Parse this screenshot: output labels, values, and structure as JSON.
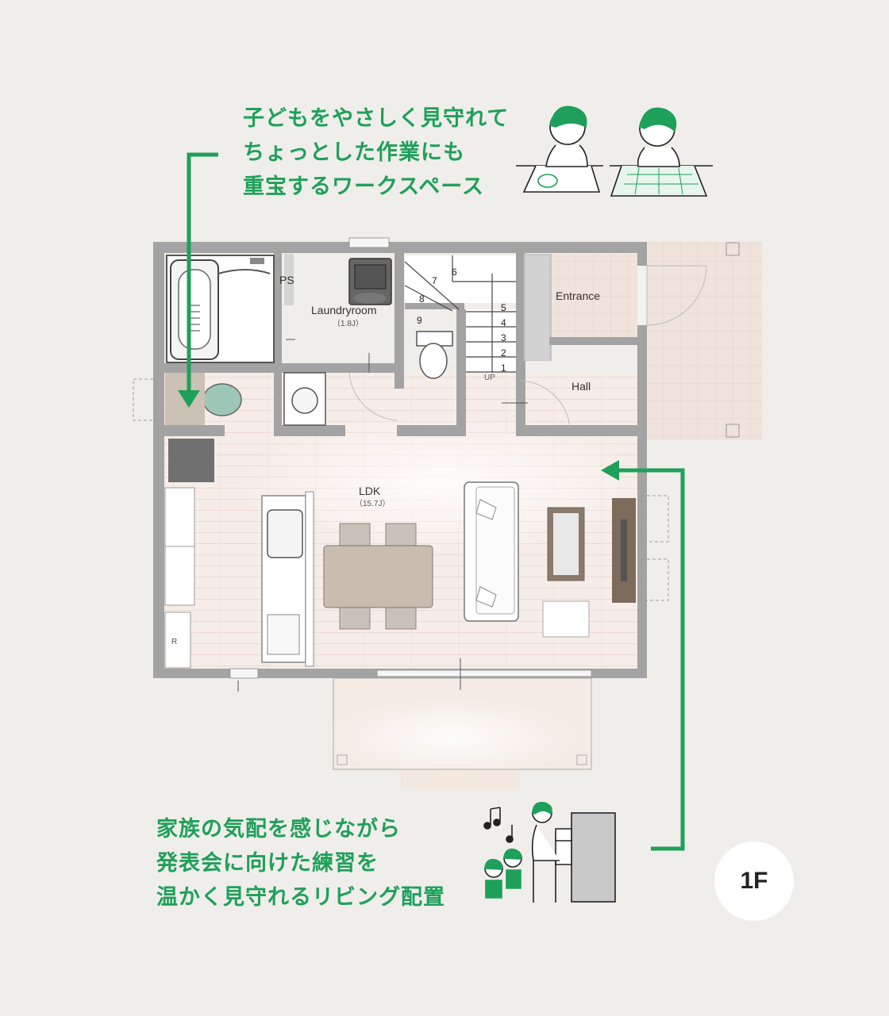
{
  "captions": {
    "top": [
      "子どもをやさしく見守れて",
      "ちょっとした作業にも",
      "重宝するワークスペース"
    ],
    "bottom": [
      "家族の気配を感じながら",
      "発表会に向けた練習を",
      "温かく見守れるリビング配置"
    ]
  },
  "rooms": {
    "ps": "PS",
    "laundry": "Laundryroom",
    "laundry_size": "（1.8J）",
    "entrance": "Entrance",
    "hall": "Hall",
    "ldk": "LDK",
    "ldk_size": "（15.7J）",
    "up": "UP",
    "fridge": "R"
  },
  "stairs": [
    "1",
    "2",
    "3",
    "4",
    "5",
    "6",
    "7",
    "8",
    "9"
  ],
  "floor_badge": "1F",
  "colors": {
    "accent_green": "#1fa05a",
    "wall": "#9e9e9e",
    "floor_wood": "#f6ebe6",
    "background": "#f0eeea"
  },
  "icons": {
    "children_illustration": "children-drawing-at-table-icon",
    "piano_illustration": "family-piano-icon"
  }
}
